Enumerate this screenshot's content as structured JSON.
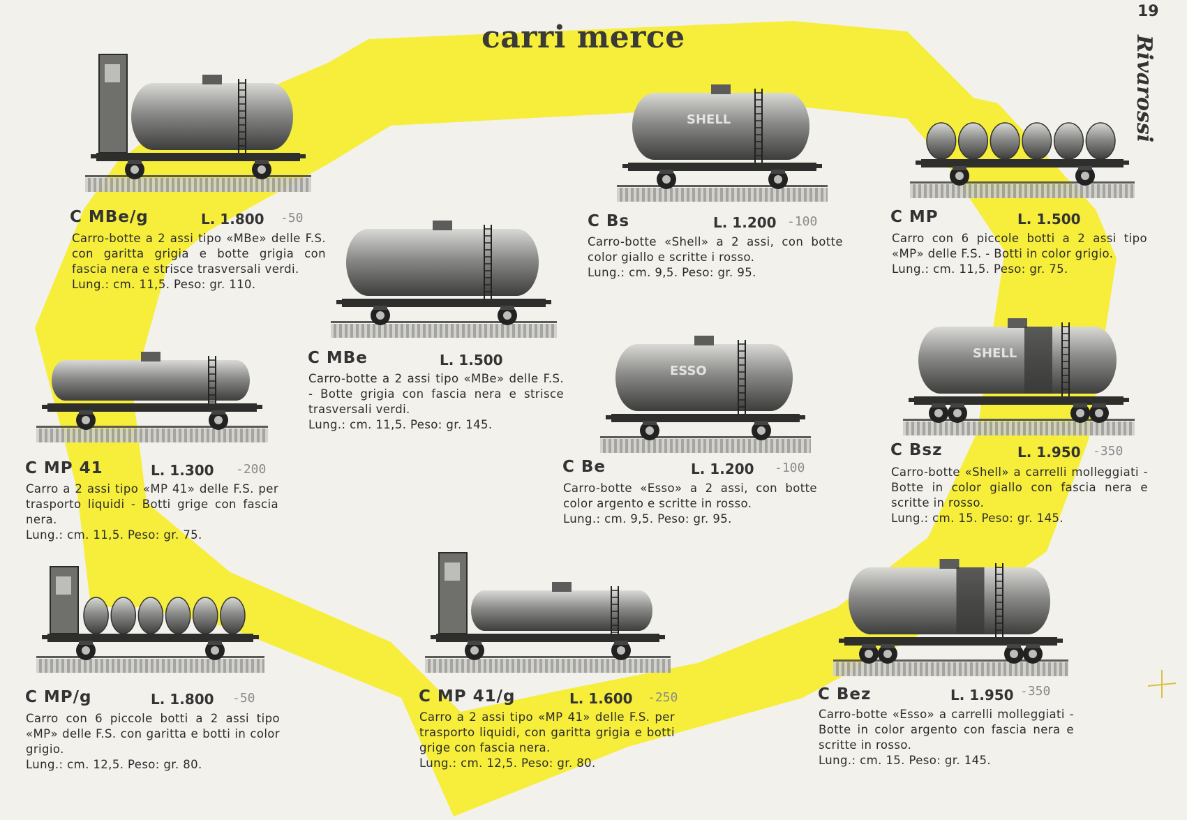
{
  "page": {
    "title": "carri merce",
    "page_number": "19",
    "brand": "Rivarossi"
  },
  "items": [
    {
      "code": "C MBe/g",
      "price": "L. 1.800",
      "note": "-50",
      "desc": "Carro-botte a 2 assi tipo «MBe» delle F.S. con garitta grigia e botte grigia con fascia nera e strisce trasversali verdi.",
      "dims": "Lung.: cm. 11,5. Peso: gr. 110."
    },
    {
      "code": "C MBe",
      "price": "L. 1.500",
      "note": "",
      "desc": "Carro-botte a 2 assi tipo «MBe» delle F.S. - Botte grigia con fascia nera e strisce trasversali verdi.",
      "dims": "Lung.: cm. 11,5. Peso: gr. 145."
    },
    {
      "code": "C Bs",
      "price": "L. 1.200",
      "note": "-100",
      "desc": "Carro-botte «Shell» a 2 assi, con botte color giallo e scritte i rosso.",
      "dims": "Lung.: cm. 9,5. Peso: gr. 95."
    },
    {
      "code": "C MP",
      "price": "L. 1.500",
      "note": "",
      "desc": "Carro con 6 piccole botti a 2 assi tipo «MP» delle F.S. - Botti in color grigio.",
      "dims": "Lung.: cm. 11,5. Peso: gr. 75."
    },
    {
      "code": "C MP 41",
      "price": "L. 1.300",
      "note": "-200",
      "desc": "Carro a 2 assi tipo «MP 41» delle F.S. per trasporto liquidi - Botti grige con fascia nera.",
      "dims": "Lung.: cm. 11,5. Peso: gr. 75."
    },
    {
      "code": "C Be",
      "price": "L. 1.200",
      "note": "-100",
      "desc": "Carro-botte «Esso» a 2 assi, con botte color argento e scritte in rosso.",
      "dims": "Lung.: cm. 9,5. Peso: gr. 95."
    },
    {
      "code": "C Bsz",
      "price": "L. 1.950",
      "note": "-350",
      "desc": "Carro-botte «Shell» a carrelli molleggiati - Botte in color giallo con fascia nera e scritte in rosso.",
      "dims": "Lung.: cm. 15. Peso: gr. 145."
    },
    {
      "code": "C MP/g",
      "price": "L. 1.800",
      "note": "-50",
      "desc": "Carro con 6 piccole botti a 2 assi tipo «MP» delle F.S. con garitta e botti in color grigio.",
      "dims": "Lung.: cm. 12,5. Peso: gr. 80."
    },
    {
      "code": "C MP 41/g",
      "price": "L. 1.600",
      "note": "-250",
      "desc": "Carro a 2 assi tipo «MP 41» delle F.S. per trasporto liquidi, con garitta grigia e botti grige con fascia nera.",
      "dims": "Lung.: cm. 12,5. Peso: gr. 80."
    },
    {
      "code": "C Bez",
      "price": "L. 1.950",
      "note": "-350",
      "desc": "Carro-botte «Esso» a carrelli molleggiati - Botte in color argento con fascia nera e scritte in rosso.",
      "dims": "Lung.: cm. 15. Peso: gr. 145."
    }
  ],
  "photos": [
    {
      "kind": "tank-hut",
      "label": ""
    },
    {
      "kind": "tank",
      "label": ""
    },
    {
      "kind": "tank",
      "label": "SHELL"
    },
    {
      "kind": "barrels",
      "label": ""
    },
    {
      "kind": "longtank",
      "label": ""
    },
    {
      "kind": "tank",
      "label": "ESSO"
    },
    {
      "kind": "bogietank",
      "label": "SHELL"
    },
    {
      "kind": "barrels-hut",
      "label": ""
    },
    {
      "kind": "longtank-hut",
      "label": ""
    },
    {
      "kind": "bogietank",
      "label": ""
    }
  ],
  "colors": {
    "ribbon": "#f6ee2a",
    "paper": "#f3f1ec",
    "ink": "#2b2b2b"
  }
}
